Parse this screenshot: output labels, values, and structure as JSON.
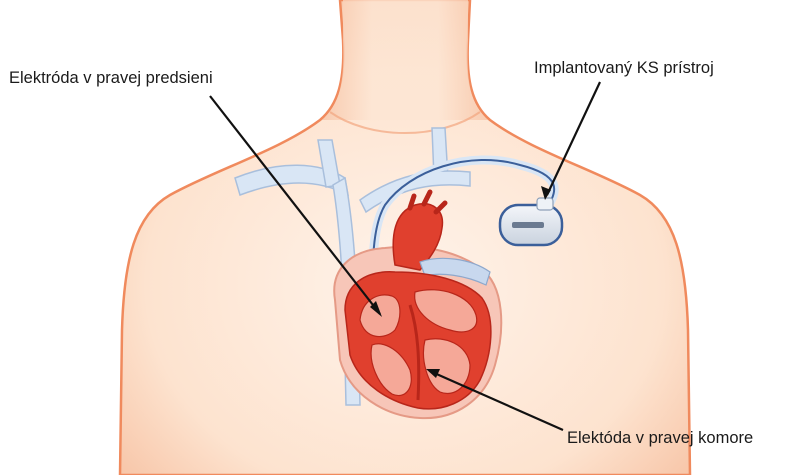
{
  "labels": {
    "right_atrium_electrode": "Elektróda v pravej predsieni",
    "implanted_device": "Implantovaný KS prístroj",
    "right_ventricle_electrode": "Elektóda v pravej komore"
  },
  "colors": {
    "skin": "#fde3cf",
    "skin_shade": "#f6b89a",
    "skin_outline": "#f08a5d",
    "heart_outer": "#f7c6b8",
    "heart_muscle": "#e0402e",
    "heart_dark": "#b8261a",
    "vessel_blue": "#d9e6f5",
    "vessel_outline": "#a9bfdc",
    "lead_wire": "#3b5f9a",
    "device": "#e8ecf2",
    "leader_line": "#111111"
  },
  "icons": {
    "device": "pacemaker-icon",
    "heart": "heart-icon"
  }
}
